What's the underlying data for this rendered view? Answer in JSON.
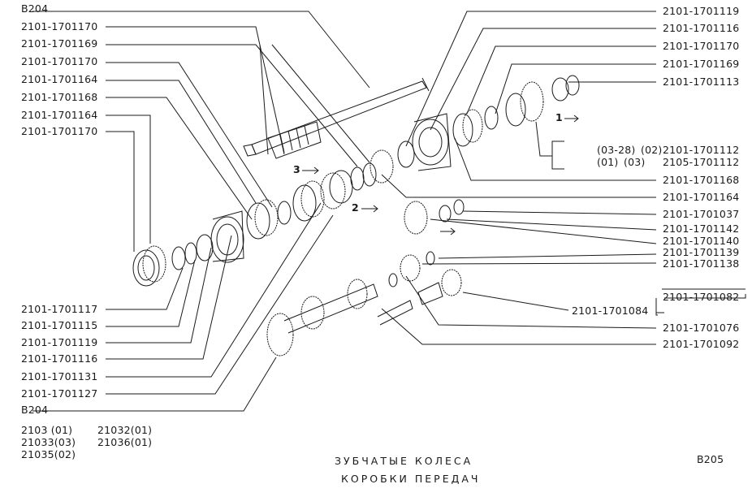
{
  "page_tags": {
    "top_left": "B204",
    "bottom_left": "B204",
    "bottom_right": "B205"
  },
  "left_labels": [
    "2101-1701170",
    "2101-1701169",
    "2101-1701170",
    "2101-1701164",
    "2101-1701168",
    "2101-1701164",
    "2101-1701170"
  ],
  "left_lower_labels": [
    "2101-1701117",
    "2101-1701115",
    "2101-1701119",
    "2101-1701116",
    "2101-1701131",
    "2101-1701127"
  ],
  "right_labels": [
    "2101-1701119",
    "2101-1701116",
    "2101-1701170",
    "2101-1701169",
    "2101-1701113"
  ],
  "bracket": {
    "col_a": [
      "(03-28)",
      "(01)"
    ],
    "col_b": [
      "(02)",
      "(03)"
    ],
    "col_c": [
      "2101-1701112",
      "2105-1701112"
    ]
  },
  "right_mid_labels": [
    "2101-1701168",
    "2101-1701164",
    "2101-1701037",
    "2101-1701142",
    "2101-1701140",
    "2101-1701139",
    "2101-1701138"
  ],
  "right_low_labels": {
    "top": "2101-1701082",
    "inner": "2101-1701084",
    "a": "2101-1701076",
    "b": "2101-1701092"
  },
  "callouts": [
    "1",
    "2",
    "3"
  ],
  "models": [
    [
      "2103 (01)",
      "21032(01)"
    ],
    [
      "21033(03)",
      "21036(01)"
    ],
    [
      "21035(02)",
      ""
    ]
  ],
  "title_line1": "ЗУБЧАТЫЕ  КОЛЕСА",
  "title_line2": "КОРОБКИ ПЕРЕДАЧ"
}
